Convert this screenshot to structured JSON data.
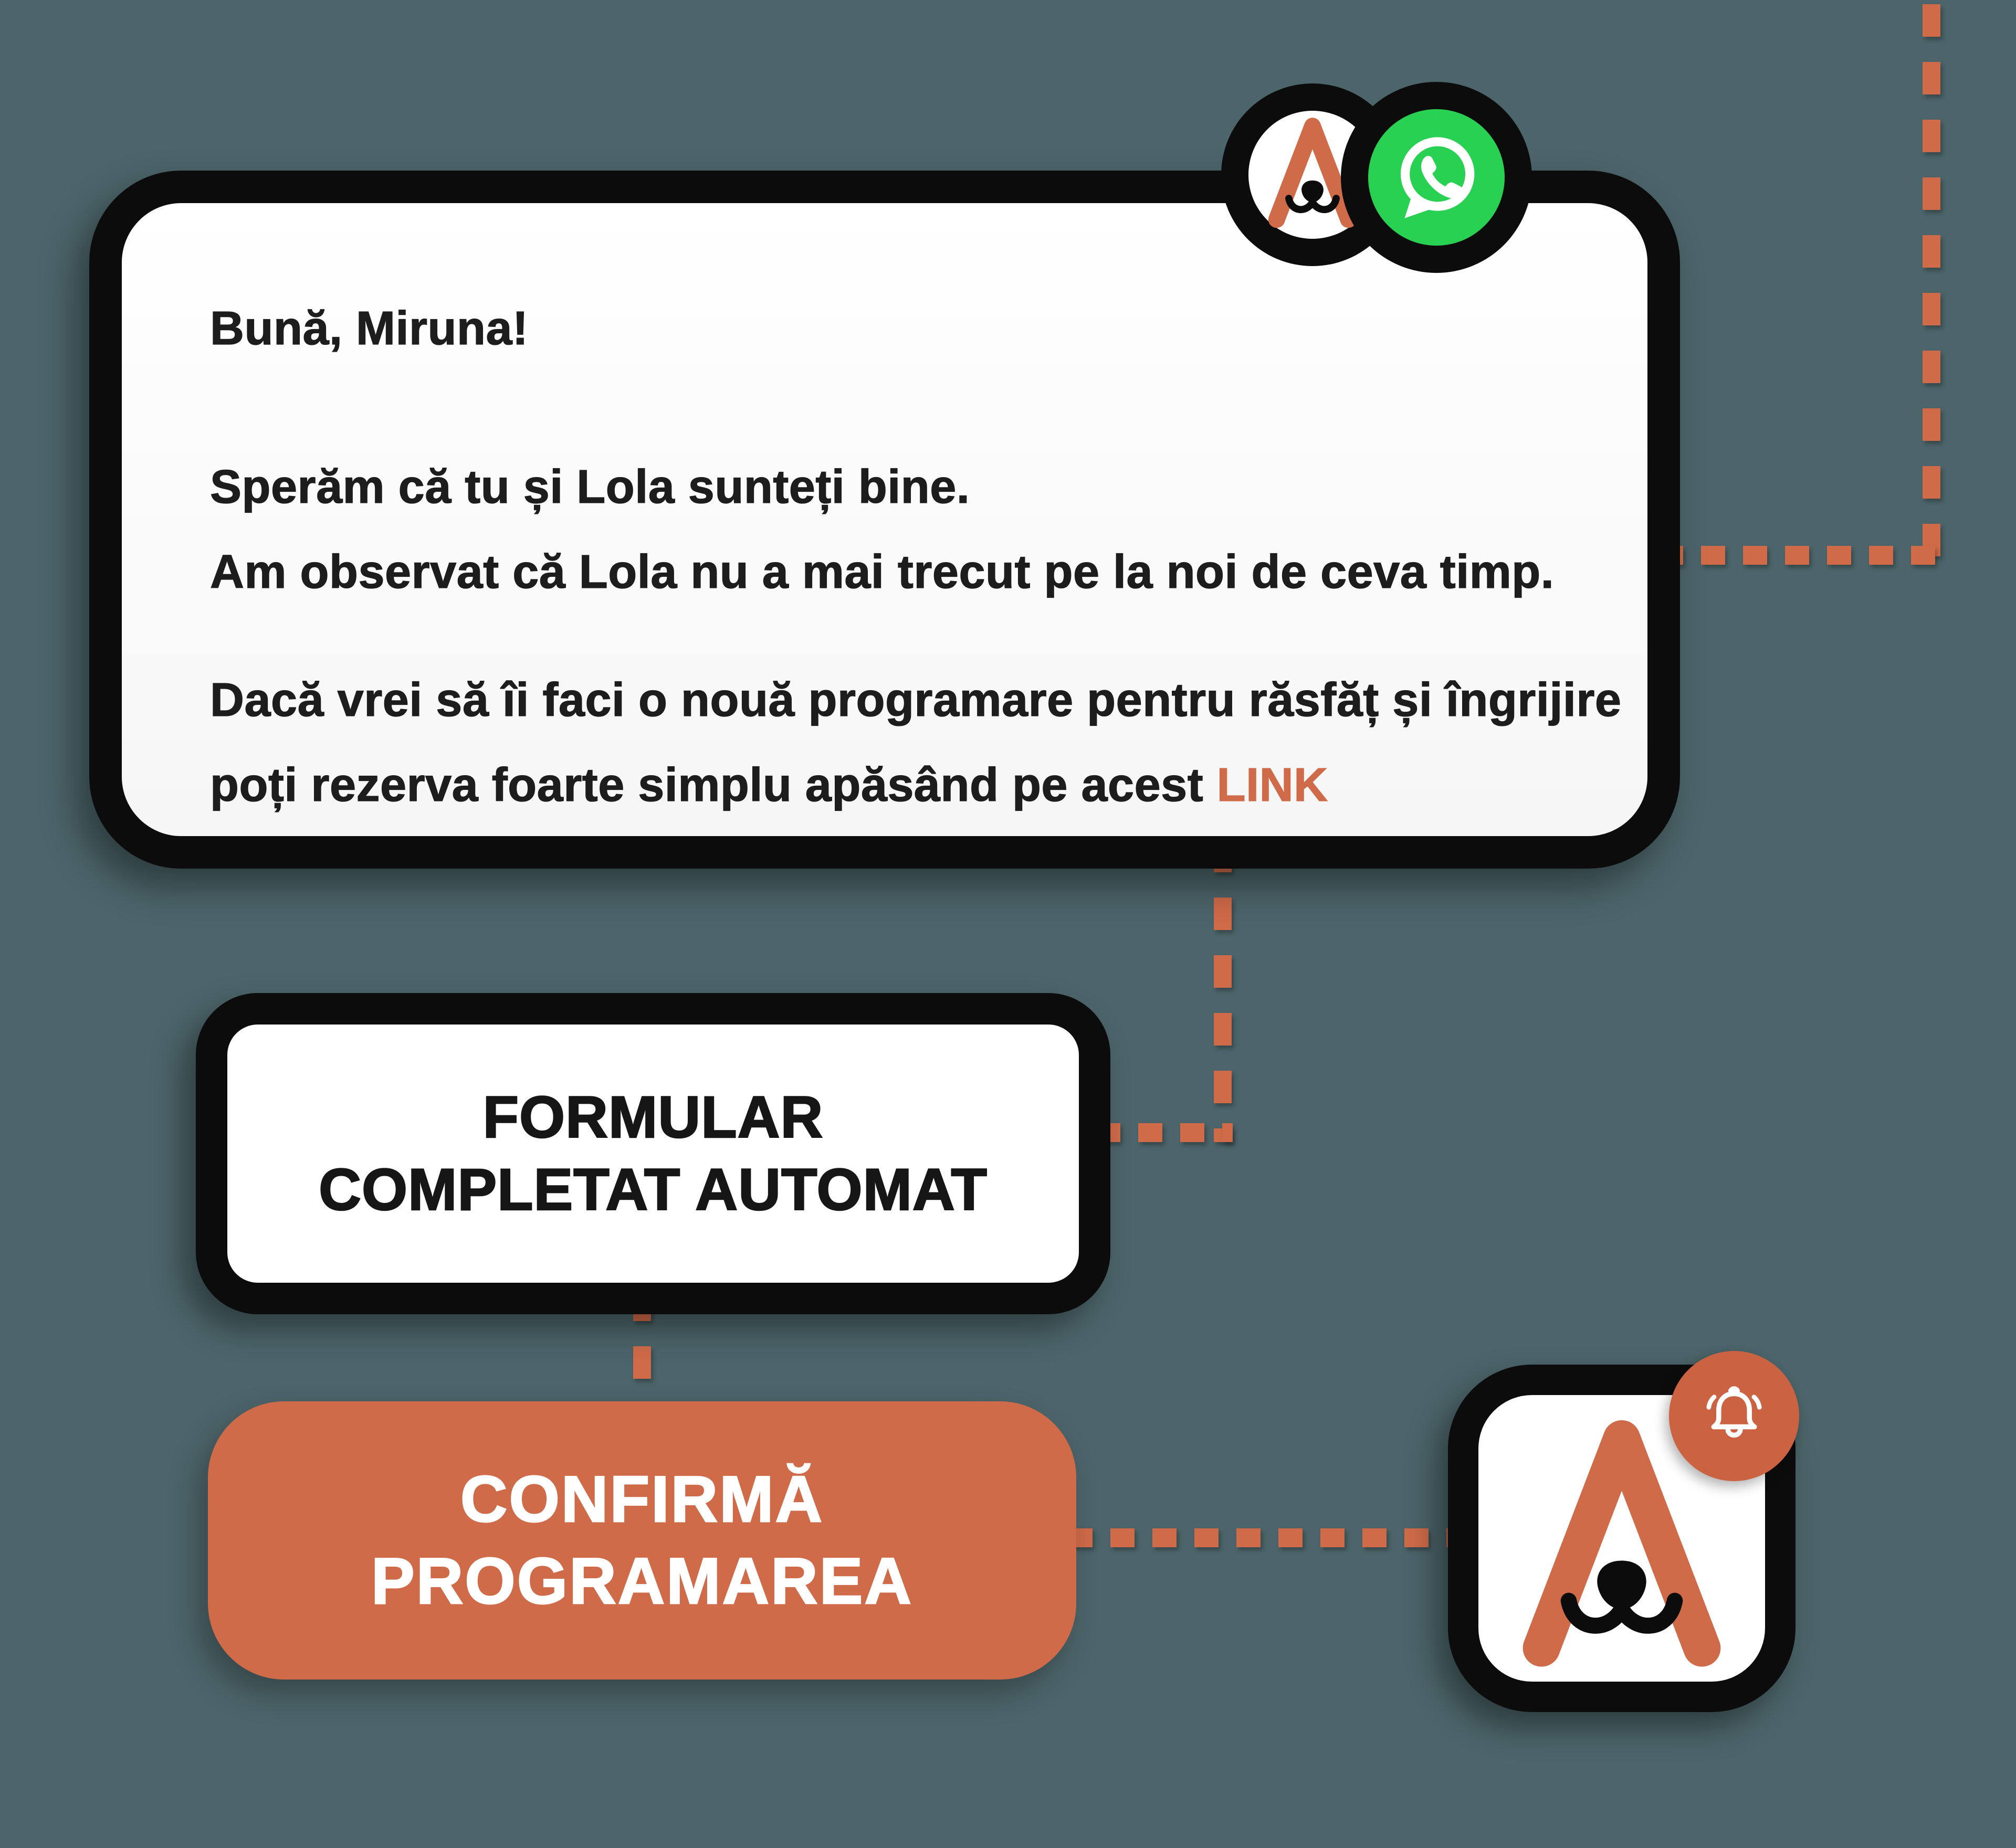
{
  "whatsapp_message": {
    "greeting": "Bună, Miruna!",
    "paragraph2_line1": "Sperăm că tu și Lola sunteți bine.",
    "paragraph2_line2": "Am observat că Lola nu a mai trecut pe la noi de ceva timp.",
    "paragraph3_line1": "Dacă vrei să îi faci o nouă programare pentru răsfăț și îngrijire",
    "paragraph3_line2_prefix": "poți rezerva foarte simplu apăsând pe acest ",
    "link_label": "LINK"
  },
  "flow_nodes": {
    "form_auto": {
      "line1": "FORMULAR",
      "line2": "COMPLETAT AUTOMAT"
    },
    "confirm": {
      "line1": "CONFIRMĂ",
      "line2": "PROGRAMAREA"
    }
  },
  "icons": {
    "brand_logo": "dog-snout-letter-A-logo",
    "whatsapp": "whatsapp-speech-bubble-phone",
    "bell": "notification-bell"
  },
  "colors": {
    "background": "#4c656a",
    "accent_orange": "#cf6b49",
    "whatsapp_green": "#29d152",
    "outline_black": "#0c0c0c",
    "card_white": "#ffffff"
  }
}
